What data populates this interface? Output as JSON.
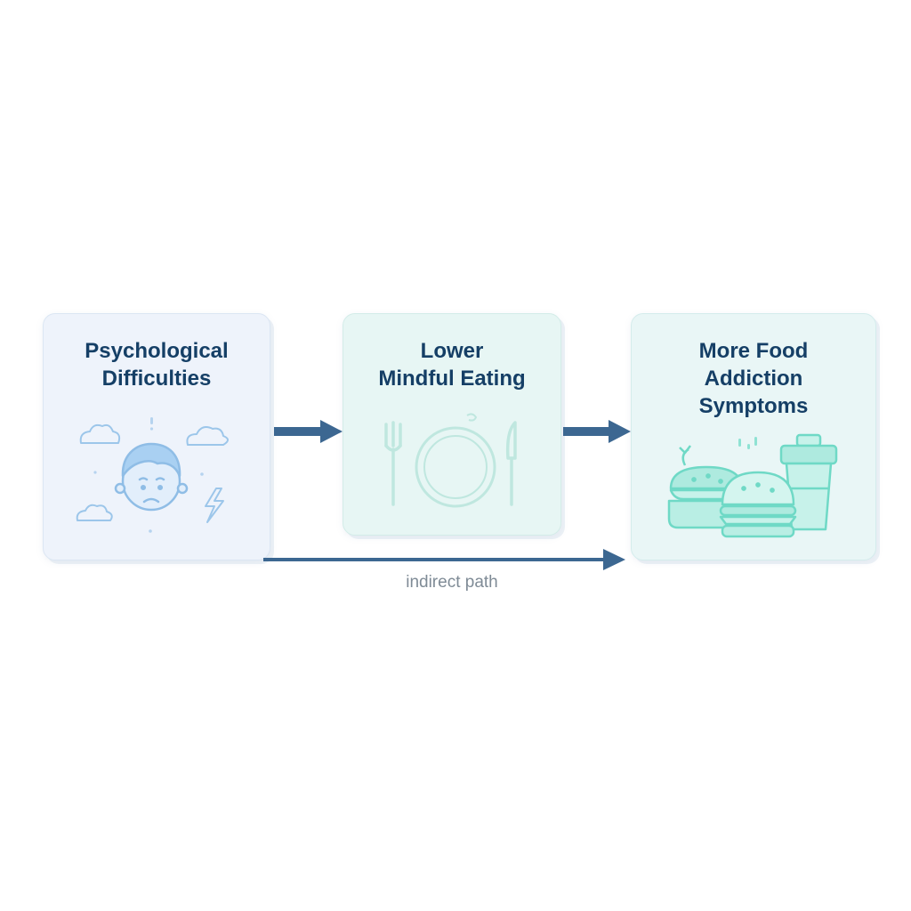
{
  "nodes": [
    {
      "id": "psychological-difficulties",
      "lines": [
        "Psychological",
        "Difficulties"
      ]
    },
    {
      "id": "lower-mindful-eating",
      "lines": [
        "Lower",
        "Mindful Eating"
      ]
    },
    {
      "id": "more-food-addiction-symptoms",
      "lines": [
        "More Food",
        "Addiction",
        "Symptoms"
      ]
    }
  ],
  "edges": [
    {
      "from": "psychological-difficulties",
      "to": "lower-mindful-eating"
    },
    {
      "from": "lower-mindful-eating",
      "to": "more-food-addiction-symptoms"
    },
    {
      "from": "psychological-difficulties",
      "to": "more-food-addiction-symptoms",
      "label": "indirect path"
    }
  ],
  "icons": {
    "node_1": [
      "worried-face-icon",
      "cloud-icon",
      "lightning-icon"
    ],
    "node_2": [
      "fork-icon",
      "plate-icon",
      "knife-icon"
    ],
    "node_3": [
      "burger-icon",
      "drink-cup-icon"
    ]
  },
  "colors": {
    "title_text": "#153f66",
    "arrow": "#3c6791",
    "label_text": "#7f8b96",
    "node_1_fill": "#eef3fb",
    "node_2_fill": "#e7f6f4",
    "node_3_fill": "#e9f6f6",
    "icon_blue": "#8fbde6",
    "icon_teal": "#6fd9c6"
  }
}
